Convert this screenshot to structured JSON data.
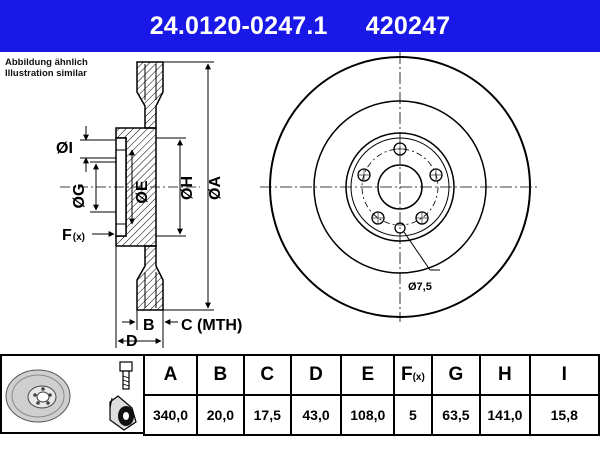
{
  "header": {
    "part_number": "24.0120-0247.1",
    "short_number": "420247",
    "bg_color": "#1a18e6"
  },
  "note": {
    "line1": "Abbildung ähnlich",
    "line2": "Illustration similar"
  },
  "drawing_labels": {
    "dia_I": "ØI",
    "dia_G": "ØG",
    "dia_E": "ØE",
    "dia_H": "ØH",
    "dia_A": "ØA",
    "F": "F",
    "F_sub": "(x)",
    "B": "B",
    "C": "C (MTH)",
    "D": "D",
    "hole": "Ø7,5"
  },
  "spec_table": {
    "columns": [
      "A",
      "B",
      "C",
      "D",
      "E",
      "F",
      "G",
      "H",
      "I"
    ],
    "F_sub": "(x)",
    "values": [
      "340,0",
      "20,0",
      "17,5",
      "43,0",
      "108,0",
      "5",
      "63,5",
      "141,0",
      "15,8"
    ]
  },
  "icons": {
    "disc_thumbnail": "brake-disc-icon",
    "bolt": "bolt-icon",
    "wheel_hub": "wheel-hub-icon"
  }
}
